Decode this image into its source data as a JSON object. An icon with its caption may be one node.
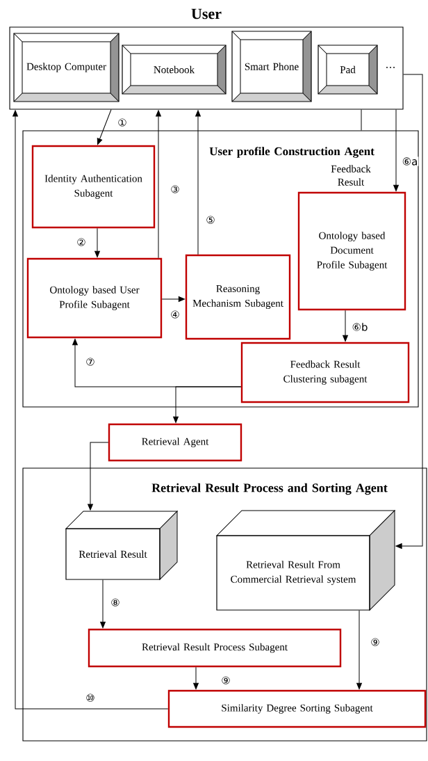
{
  "diagram": {
    "nodes": [
      {
        "text": [
          "User"
        ]
      },
      {
        "text": [
          "Desktop Computer"
        ],
        "in": 0
      },
      {
        "text": [
          "Notebook"
        ],
        "in": 0
      },
      {
        "text": [
          "Smart Phone"
        ],
        "in": 0
      },
      {
        "text": [
          "Pad"
        ],
        "in": 0
      },
      {
        "text": [
          "User profile Construction Agent"
        ]
      },
      {
        "text": [
          "Identity Authentication Subagent"
        ],
        "in": 5
      },
      {
        "text": [
          "Ontology based User Profile Subagent"
        ],
        "in": 5
      },
      {
        "text": [
          "Reasoning Mechanism Subagent"
        ],
        "in": 5
      },
      {
        "text": [
          "Ontology based Document Profile Subagent"
        ],
        "in": 5
      },
      {
        "text": [
          "Feedback Result Clustering subagent"
        ],
        "in": 5
      },
      {
        "text": [
          "Retrieval Agent"
        ]
      },
      {
        "text": [
          "Retrieval Result Process and Sorting Agent"
        ]
      },
      {
        "text": [
          "Retrieval Result"
        ],
        "in": 12
      },
      {
        "text": [
          "Retrieval Result From Commercial Retrieval system"
        ],
        "in": 12
      },
      {
        "text": [
          "Retrieval Result Process Subagent"
        ],
        "in": 12
      },
      {
        "text": [
          "Similarity Degree Sorting Subagent"
        ],
        "in": 12
      }
    ],
    "edges": [
      {
        "from": 0,
        "to": 6,
        "arrow": "to",
        "label": "①"
      },
      {
        "from": 6,
        "to": 7,
        "arrow": "to",
        "label": "②"
      },
      {
        "from": 7,
        "to": 0,
        "arrow": "to",
        "label": "③"
      },
      {
        "from": 7,
        "to": 8,
        "arrow": "to",
        "label": "④"
      },
      {
        "from": 8,
        "to": 0,
        "arrow": "to",
        "label": "⑤"
      },
      {
        "from": 0,
        "to": 9,
        "arrow": "to",
        "label": "⑥a"
      },
      {
        "from": 9,
        "to": 10,
        "arrow": "to",
        "label": "⑥b"
      },
      {
        "from": 10,
        "to": 7,
        "arrow": "to",
        "label": "⑦"
      },
      {
        "from": 10,
        "to": 11,
        "arrow": "to"
      },
      {
        "from": 11,
        "to": 13,
        "arrow": "to"
      },
      {
        "from": 0,
        "to": 14,
        "arrow": "to"
      },
      {
        "from": 13,
        "to": 15,
        "arrow": "to",
        "label": "⑧"
      },
      {
        "from": 15,
        "to": 16,
        "arrow": "to",
        "label": "⑨"
      },
      {
        "from": 14,
        "to": 16,
        "arrow": "to",
        "label": "⑨"
      },
      {
        "from": 16,
        "to": 0,
        "arrow": "to",
        "label": "⑩"
      },
      {
        "from": 0,
        "to": 5,
        "arrow": "none"
      }
    ],
    "labels": [
      "…",
      "Feedback Result"
    ]
  }
}
